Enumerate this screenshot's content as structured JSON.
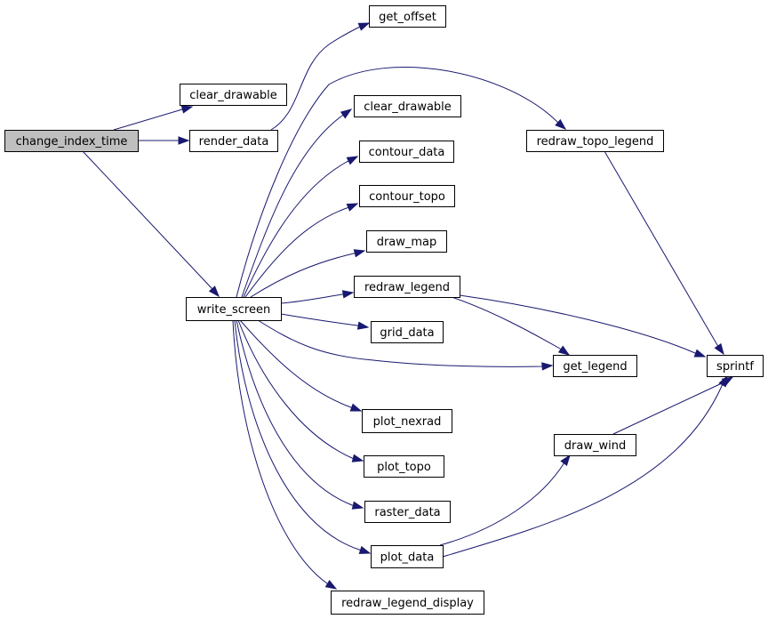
{
  "graph": {
    "nodes": [
      {
        "id": "change_index_time",
        "label": "change_index_time",
        "root": true
      },
      {
        "id": "clear_drawable_1",
        "label": "clear_drawable"
      },
      {
        "id": "render_data",
        "label": "render_data"
      },
      {
        "id": "write_screen",
        "label": "write_screen"
      },
      {
        "id": "get_offset",
        "label": "get_offset"
      },
      {
        "id": "clear_drawable_2",
        "label": "clear_drawable"
      },
      {
        "id": "contour_data",
        "label": "contour_data"
      },
      {
        "id": "contour_topo",
        "label": "contour_topo"
      },
      {
        "id": "draw_map",
        "label": "draw_map"
      },
      {
        "id": "redraw_legend",
        "label": "redraw_legend"
      },
      {
        "id": "grid_data",
        "label": "grid_data"
      },
      {
        "id": "plot_nexrad",
        "label": "plot_nexrad"
      },
      {
        "id": "plot_topo",
        "label": "plot_topo"
      },
      {
        "id": "raster_data",
        "label": "raster_data"
      },
      {
        "id": "plot_data",
        "label": "plot_data"
      },
      {
        "id": "redraw_legend_display",
        "label": "redraw_legend_display"
      },
      {
        "id": "redraw_topo_legend",
        "label": "redraw_topo_legend"
      },
      {
        "id": "get_legend",
        "label": "get_legend"
      },
      {
        "id": "draw_wind",
        "label": "draw_wind"
      },
      {
        "id": "sprintf",
        "label": "sprintf"
      }
    ],
    "edges": [
      {
        "from": "change_index_time",
        "to": "clear_drawable_1"
      },
      {
        "from": "change_index_time",
        "to": "render_data"
      },
      {
        "from": "change_index_time",
        "to": "write_screen"
      },
      {
        "from": "render_data",
        "to": "get_offset"
      },
      {
        "from": "write_screen",
        "to": "clear_drawable_2"
      },
      {
        "from": "write_screen",
        "to": "contour_data"
      },
      {
        "from": "write_screen",
        "to": "contour_topo"
      },
      {
        "from": "write_screen",
        "to": "draw_map"
      },
      {
        "from": "write_screen",
        "to": "redraw_legend"
      },
      {
        "from": "write_screen",
        "to": "grid_data"
      },
      {
        "from": "write_screen",
        "to": "get_legend"
      },
      {
        "from": "write_screen",
        "to": "plot_nexrad"
      },
      {
        "from": "write_screen",
        "to": "plot_topo"
      },
      {
        "from": "write_screen",
        "to": "raster_data"
      },
      {
        "from": "write_screen",
        "to": "plot_data"
      },
      {
        "from": "write_screen",
        "to": "redraw_legend_display"
      },
      {
        "from": "write_screen",
        "to": "redraw_topo_legend"
      },
      {
        "from": "redraw_legend",
        "to": "get_legend"
      },
      {
        "from": "redraw_legend",
        "to": "sprintf"
      },
      {
        "from": "redraw_topo_legend",
        "to": "sprintf"
      },
      {
        "from": "plot_data",
        "to": "draw_wind"
      },
      {
        "from": "plot_data",
        "to": "sprintf"
      },
      {
        "from": "draw_wind",
        "to": "sprintf"
      }
    ]
  },
  "colors": {
    "edge": "#191970",
    "root_fill": "#bfbfbf",
    "node_fill": "#ffffff",
    "node_border": "#000000"
  }
}
